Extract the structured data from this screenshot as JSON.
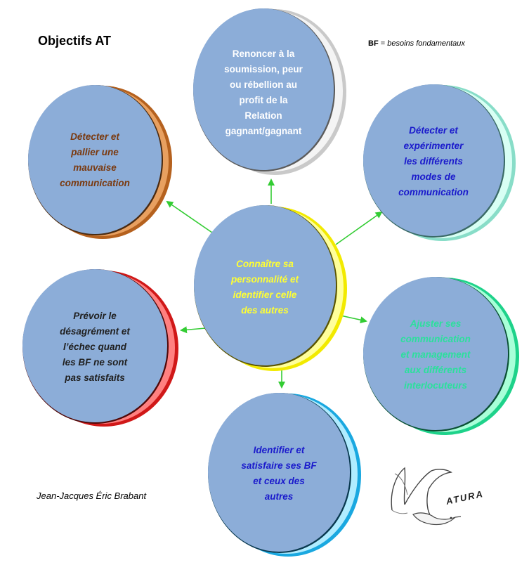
{
  "title": "Objectifs AT",
  "legend": {
    "abbr": "BF",
    "sep": " = ",
    "definition": "besoins fondamentaux"
  },
  "author": "Jean-Jacques Éric Brabant",
  "logo": {
    "text": "ATURA"
  },
  "center": {
    "lines": [
      "Connaître sa",
      "personnalité et",
      "identifier celle",
      "des autres"
    ],
    "text_color": "#ffff33",
    "ring_color": "#f2ea00"
  },
  "nodes": [
    {
      "id": "top",
      "lines": [
        "Renoncer à la",
        "soumission, peur",
        "ou rébellion au",
        "profit de la",
        "Relation",
        "gagnant/gagnant"
      ],
      "text_color": "#ffffff",
      "ring_color": "#c9c9c9",
      "italic": false
    },
    {
      "id": "top-left",
      "lines": [
        "Détecter et",
        "pallier une",
        "mauvaise",
        "communication"
      ],
      "text_color": "#7a3a10",
      "ring_color": "#b5611e",
      "italic": true
    },
    {
      "id": "top-right",
      "lines": [
        "Détecter et",
        "expérimenter",
        "les différents",
        "modes de",
        "communication"
      ],
      "text_color": "#1a1acc",
      "ring_color": "#88ddc8",
      "italic": true
    },
    {
      "id": "left",
      "lines": [
        "Prévoir le",
        "désagrément et",
        "l’échec quand",
        "les BF ne sont",
        "pas satisfaits"
      ],
      "text_color": "#202020",
      "ring_color": "#d01818",
      "italic": true
    },
    {
      "id": "right",
      "lines": [
        "Ajuster ses",
        "communication",
        "et management",
        "aux  différents",
        "interlocuteurs"
      ],
      "text_color": "#2be09c",
      "ring_color": "#1ed28a",
      "italic": true
    },
    {
      "id": "bottom",
      "lines": [
        "Identifier et",
        "satisfaire ses BF",
        "et ceux des",
        "autres"
      ],
      "text_color": "#1a1acc",
      "ring_color": "#1aa8e0",
      "italic": true
    }
  ],
  "arrow_color": "#33cc33",
  "disc_color": "#8cadd8"
}
